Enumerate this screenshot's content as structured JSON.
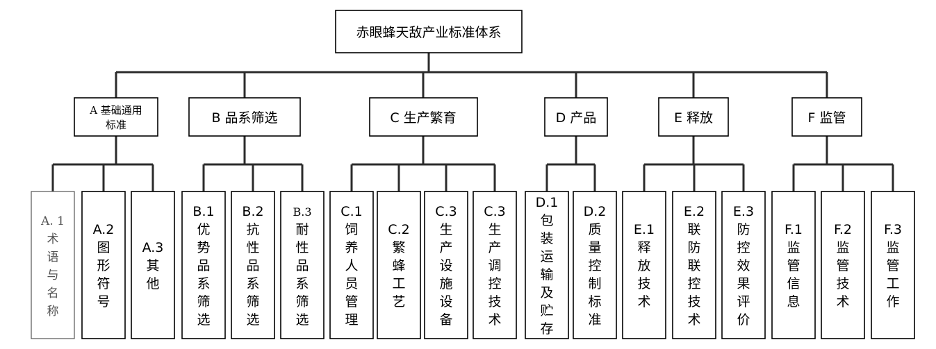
{
  "root": {
    "label": "赤眼蜂天敌产业标准体系"
  },
  "categories": [
    {
      "id": "A",
      "label_lines": [
        "A 基础通用",
        "标准"
      ],
      "children": [
        {
          "lines": [
            "A. 1",
            "术",
            "语",
            "与",
            "名",
            "称"
          ]
        },
        {
          "lines": [
            "A.2",
            "图",
            "形",
            "符",
            "号"
          ]
        },
        {
          "lines": [
            "A.3",
            "其",
            "他"
          ]
        }
      ]
    },
    {
      "id": "B",
      "label_lines": [
        "B 品系筛选"
      ],
      "children": [
        {
          "lines": [
            "B.1",
            "优",
            "势",
            "品",
            "系",
            "筛",
            "选"
          ]
        },
        {
          "lines": [
            "B.2",
            "抗",
            "性",
            "品",
            "系",
            "筛",
            "选"
          ]
        },
        {
          "lines": [
            "B.3",
            "耐",
            "性",
            "品",
            "系",
            "筛",
            "选"
          ]
        }
      ]
    },
    {
      "id": "C",
      "label_lines": [
        "C 生产繁育"
      ],
      "children": [
        {
          "lines": [
            "C.1",
            "饲",
            "养",
            "人",
            "员",
            "管",
            "理"
          ]
        },
        {
          "lines": [
            "C.2",
            "繁",
            "蜂",
            "工",
            "艺"
          ]
        },
        {
          "lines": [
            "C.3",
            "生",
            "产",
            "设",
            "施",
            "设",
            "备"
          ]
        },
        {
          "lines": [
            "C.3",
            "生",
            "产",
            "调",
            "控",
            "技",
            "术"
          ]
        }
      ]
    },
    {
      "id": "D",
      "label_lines": [
        "D 产品"
      ],
      "children": [
        {
          "lines": [
            "D.1",
            "包",
            "装",
            "运",
            "输",
            "及",
            "贮",
            "存"
          ]
        },
        {
          "lines": [
            "D.2",
            "质",
            "量",
            "控",
            "制",
            "标",
            "准"
          ]
        }
      ]
    },
    {
      "id": "E",
      "label_lines": [
        "E 释放"
      ],
      "children": [
        {
          "lines": [
            "E.1",
            "释",
            "放",
            "技",
            "术"
          ]
        },
        {
          "lines": [
            "E.2",
            "联",
            "防",
            "联",
            "控",
            "技",
            "术"
          ]
        },
        {
          "lines": [
            "E.3",
            "防",
            "控",
            "效",
            "果",
            "评",
            "价"
          ]
        }
      ]
    },
    {
      "id": "F",
      "label_lines": [
        "F 监管"
      ],
      "children": [
        {
          "lines": [
            "F.1",
            "监",
            "管",
            "信",
            "息"
          ]
        },
        {
          "lines": [
            "F.2",
            "监",
            "管",
            "技",
            "术"
          ]
        },
        {
          "lines": [
            "F.3",
            "监",
            "管",
            "工",
            "作"
          ]
        }
      ]
    }
  ]
}
